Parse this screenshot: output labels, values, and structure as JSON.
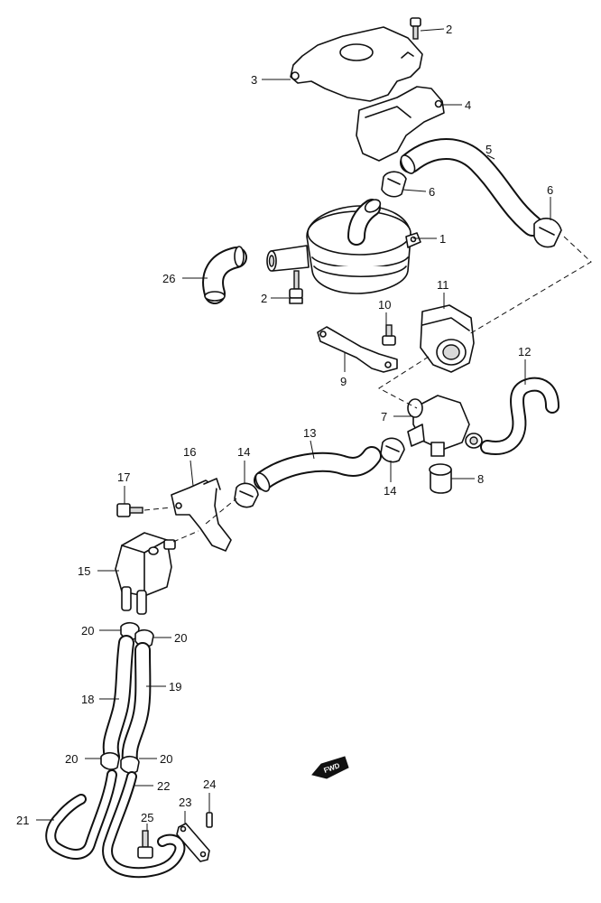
{
  "diagram": {
    "callouts": [
      {
        "id": "c-2a",
        "label": "2"
      },
      {
        "id": "c-3",
        "label": "3"
      },
      {
        "id": "c-4",
        "label": "4"
      },
      {
        "id": "c-5",
        "label": "5"
      },
      {
        "id": "c-6a",
        "label": "6"
      },
      {
        "id": "c-6b",
        "label": "6"
      },
      {
        "id": "c-1",
        "label": "1"
      },
      {
        "id": "c-26",
        "label": "26"
      },
      {
        "id": "c-2b",
        "label": "2"
      },
      {
        "id": "c-10",
        "label": "10"
      },
      {
        "id": "c-11",
        "label": "11"
      },
      {
        "id": "c-12",
        "label": "12"
      },
      {
        "id": "c-9",
        "label": "9"
      },
      {
        "id": "c-7",
        "label": "7"
      },
      {
        "id": "c-13",
        "label": "13"
      },
      {
        "id": "c-14a",
        "label": "14"
      },
      {
        "id": "c-14b",
        "label": "14"
      },
      {
        "id": "c-8",
        "label": "8"
      },
      {
        "id": "c-16",
        "label": "16"
      },
      {
        "id": "c-17",
        "label": "17"
      },
      {
        "id": "c-15",
        "label": "15"
      },
      {
        "id": "c-20a",
        "label": "20"
      },
      {
        "id": "c-20b",
        "label": "20"
      },
      {
        "id": "c-18",
        "label": "18"
      },
      {
        "id": "c-19",
        "label": "19"
      },
      {
        "id": "c-20c",
        "label": "20"
      },
      {
        "id": "c-20d",
        "label": "20"
      },
      {
        "id": "c-22",
        "label": "22"
      },
      {
        "id": "c-24",
        "label": "24"
      },
      {
        "id": "c-23",
        "label": "23"
      },
      {
        "id": "c-21",
        "label": "21"
      },
      {
        "id": "c-25",
        "label": "25"
      }
    ],
    "forward_marker": {
      "text": "FWD",
      "icon": "forward-arrow-icon"
    },
    "colors": {
      "line": "#111111",
      "fill": "#ffffff",
      "shade": "#d9d9d9"
    }
  }
}
